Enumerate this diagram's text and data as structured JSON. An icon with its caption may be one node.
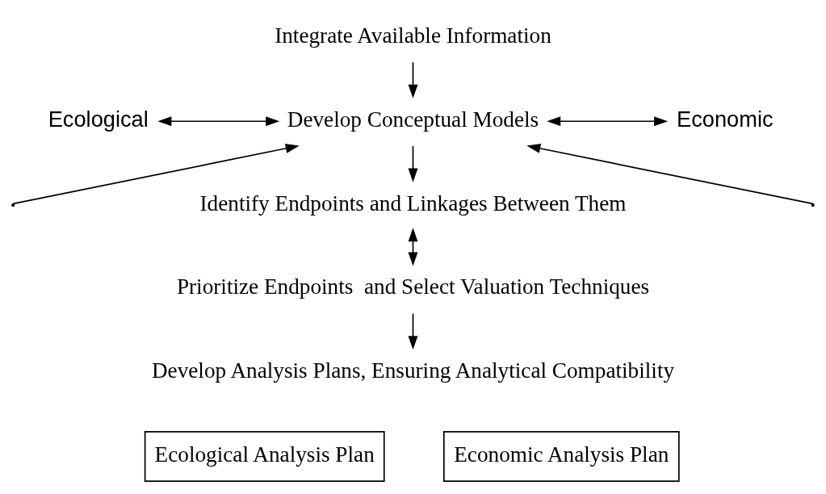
{
  "diagram": {
    "nodes": [
      {
        "text": [
          "Integrate Available Information"
        ]
      },
      {
        "text": [
          "Ecological"
        ]
      },
      {
        "text": [
          "Develop Conceptual Models"
        ]
      },
      {
        "text": [
          "Economic"
        ]
      },
      {
        "text": [
          "Identify Endpoints and Linkages Between Them"
        ]
      },
      {
        "text": [
          "Prioritize Endpoints  and Select Valuation Techniques"
        ]
      },
      {
        "text": [
          "Develop Analysis Plans, Ensuring Analytical Compatibility"
        ]
      },
      {
        "text": [
          "Ecological Analysis Plan"
        ]
      },
      {
        "text": [
          "Economic Analysis Plan"
        ]
      }
    ],
    "edges": [
      {
        "from": 0,
        "to": 2,
        "arrow": "to"
      },
      {
        "from": 1,
        "to": 2,
        "arrow": "both"
      },
      {
        "from": 2,
        "to": 3,
        "arrow": "both"
      },
      {
        "from": null,
        "to": 2,
        "arrow": "to"
      },
      {
        "from": 2,
        "to": 4,
        "arrow": "to"
      },
      {
        "from": null,
        "to": 2,
        "arrow": "to"
      },
      {
        "from": 4,
        "to": 5,
        "arrow": "both"
      },
      {
        "from": 5,
        "to": 6,
        "arrow": "to"
      }
    ]
  }
}
